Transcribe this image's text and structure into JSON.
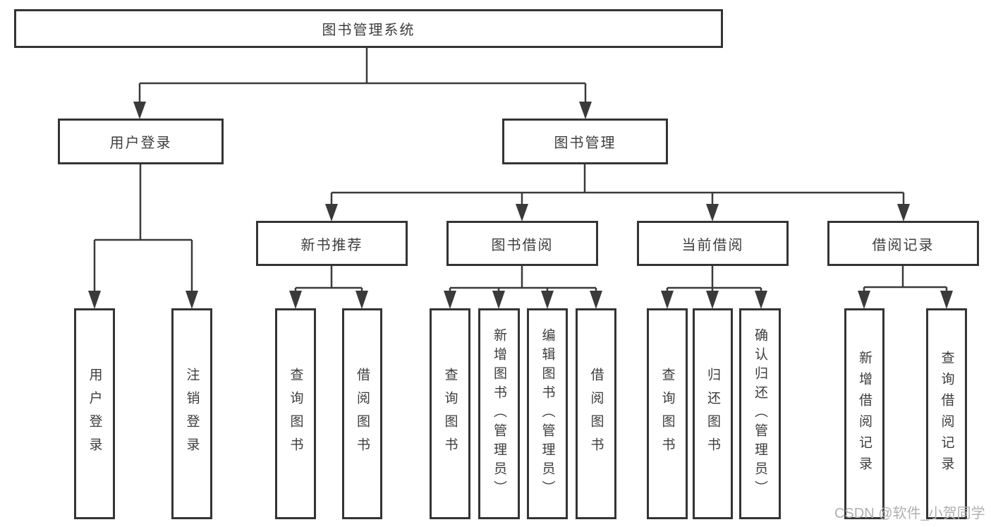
{
  "diagram": {
    "root": "图书管理系统",
    "branches": [
      {
        "label": "用户登录",
        "children": [
          "用户登录",
          "注销登录"
        ]
      },
      {
        "label": "图书管理",
        "children": [
          {
            "label": "新书推荐",
            "children": [
              "查询图书",
              "借阅图书"
            ]
          },
          {
            "label": "图书借阅",
            "children": [
              "查询图书",
              "新增图书（管理员）",
              "编辑图书（管理员）",
              "借阅图书"
            ]
          },
          {
            "label": "当前借阅",
            "children": [
              "查询图书",
              "归还图书",
              "确认归还（管理员）"
            ]
          },
          {
            "label": "借阅记录",
            "children": [
              "新增借阅记录",
              "查询借阅记录"
            ]
          }
        ]
      }
    ]
  },
  "watermark": "CSDN @软件_小贺同学",
  "colors": {
    "line": "#3a3a3a",
    "border": "#343434",
    "text": "#3d3d3d",
    "watermark": "#b0b0b0",
    "background": "#ffffff"
  }
}
